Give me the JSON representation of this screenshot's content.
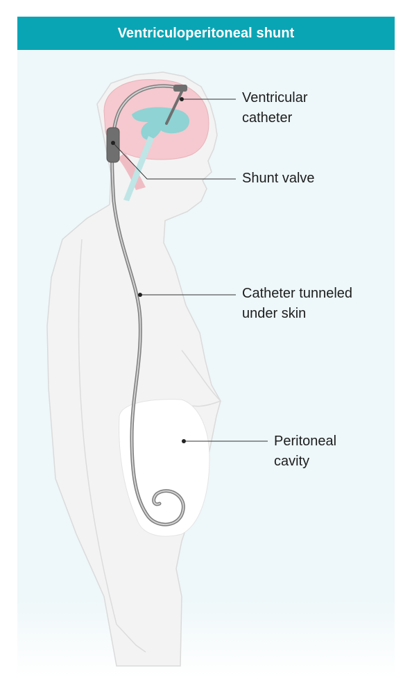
{
  "title": "Ventriculoperitoneal shunt",
  "labels": {
    "ventricular_catheter": [
      "Ventricular",
      "catheter"
    ],
    "shunt_valve": [
      "Shunt valve"
    ],
    "catheter_tunneled": [
      "Catheter tunneled",
      "under skin"
    ],
    "peritoneal_cavity": [
      "Peritoneal",
      "cavity"
    ]
  },
  "colors": {
    "header": "#0aa5b5",
    "background": "#eef7f9",
    "body": "#f3f3f3",
    "brain": "#f5c9cf",
    "ventricles": "#8fd3d4",
    "catheter": "#8a8a8a"
  }
}
